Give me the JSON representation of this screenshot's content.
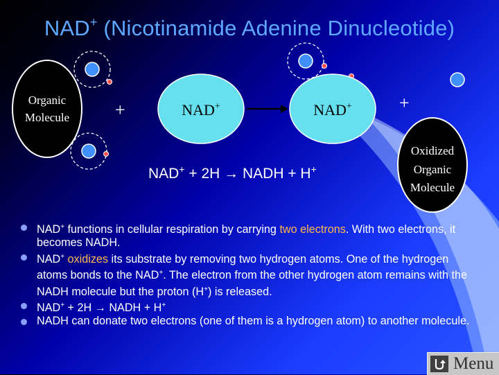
{
  "slide": {
    "title_main": "NAD",
    "title_sup": "+",
    "title_rest": " (Nicotinamide Adenine Dinucleotide)"
  },
  "diagram": {
    "organic_line1": "Organic",
    "organic_line2": "Molecule",
    "plus_left": "+",
    "nad_left": "NAD",
    "nad_left_sup": "+",
    "nad_right": "NAD",
    "nad_right_sup": "+",
    "plus_right": "+",
    "oxidized_line1": "Oxidized",
    "oxidized_line2": "Organic",
    "oxidized_line3": "Molecule",
    "equation": {
      "a": "NAD",
      "a_sup": "+",
      "b": " + 2H ",
      "arrow": "→",
      "c": " NADH + H",
      "c_sup": "+"
    }
  },
  "bullets": {
    "b1": {
      "p1": "NAD",
      "sup": "+",
      "p2": " functions in cellular respiration by carrying ",
      "hl": "two electrons",
      "p3": ". With two electrons, it becomes NADH."
    },
    "b2": {
      "p1": "NAD",
      "sup": "+",
      "p2": " ",
      "hl": "oxidizes",
      "p3": " its substrate by removing two hydrogen atoms. One of the hydrogen atoms bonds to the NAD",
      "sup2": "+",
      "p4": ". The electron from the other hydrogen atom remains with the NADH molecule but the proton (H",
      "sup3": "+",
      "p5": ") is released."
    },
    "b3": {
      "p1": "NAD",
      "sup": "+",
      "p2": " + 2H ",
      "arrow": "→",
      "p3": " NADH + H",
      "sup2": "+"
    },
    "b4": {
      "p1": "NADH can donate two electrons (one of them is a hydrogen atom) to another molecule."
    }
  },
  "menu": {
    "label": "Menu"
  },
  "colors": {
    "title": "#5fa8ff",
    "nad_ellipse": "#66e0ee",
    "electron": "#3f8fff",
    "proton": "#ff5050",
    "highlight": "#ffb84d"
  }
}
